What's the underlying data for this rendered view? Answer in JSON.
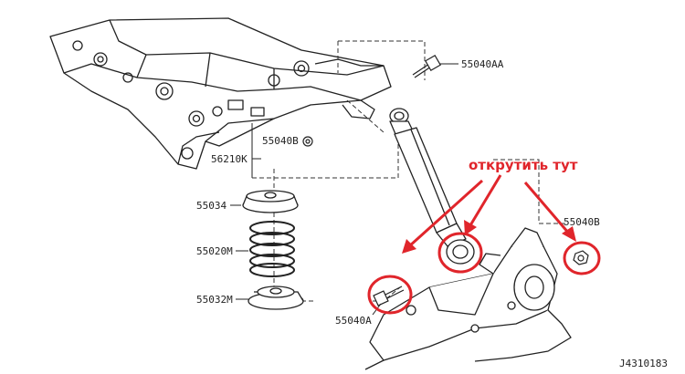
{
  "labels": {
    "p55040aa": "55040AA",
    "p55040b_top": "55040B",
    "p56210k": "56210K",
    "p55034": "55034",
    "p55020m": "55020M",
    "p55032m": "55032M",
    "p55040a": "55040A",
    "p55040b_right": "55040B"
  },
  "annotation": "открутить тут",
  "figure_code": "J4310183",
  "colors": {
    "line": "#222222",
    "annotation": "#e0252b"
  }
}
